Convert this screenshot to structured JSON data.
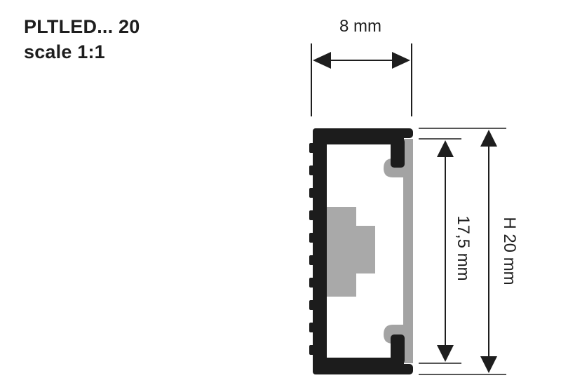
{
  "header": {
    "model": "PLTLED... 20",
    "scale": "scale 1:1"
  },
  "dimensions": {
    "width": "8 mm",
    "inner_height": "17,5 mm",
    "total_height": "H 20 mm"
  },
  "colors": {
    "profile": "#1c1c1c",
    "diffuser": "#a3a3a3",
    "led_strip": "#a9a9a9",
    "dimension_line": "#1e1e1e"
  }
}
